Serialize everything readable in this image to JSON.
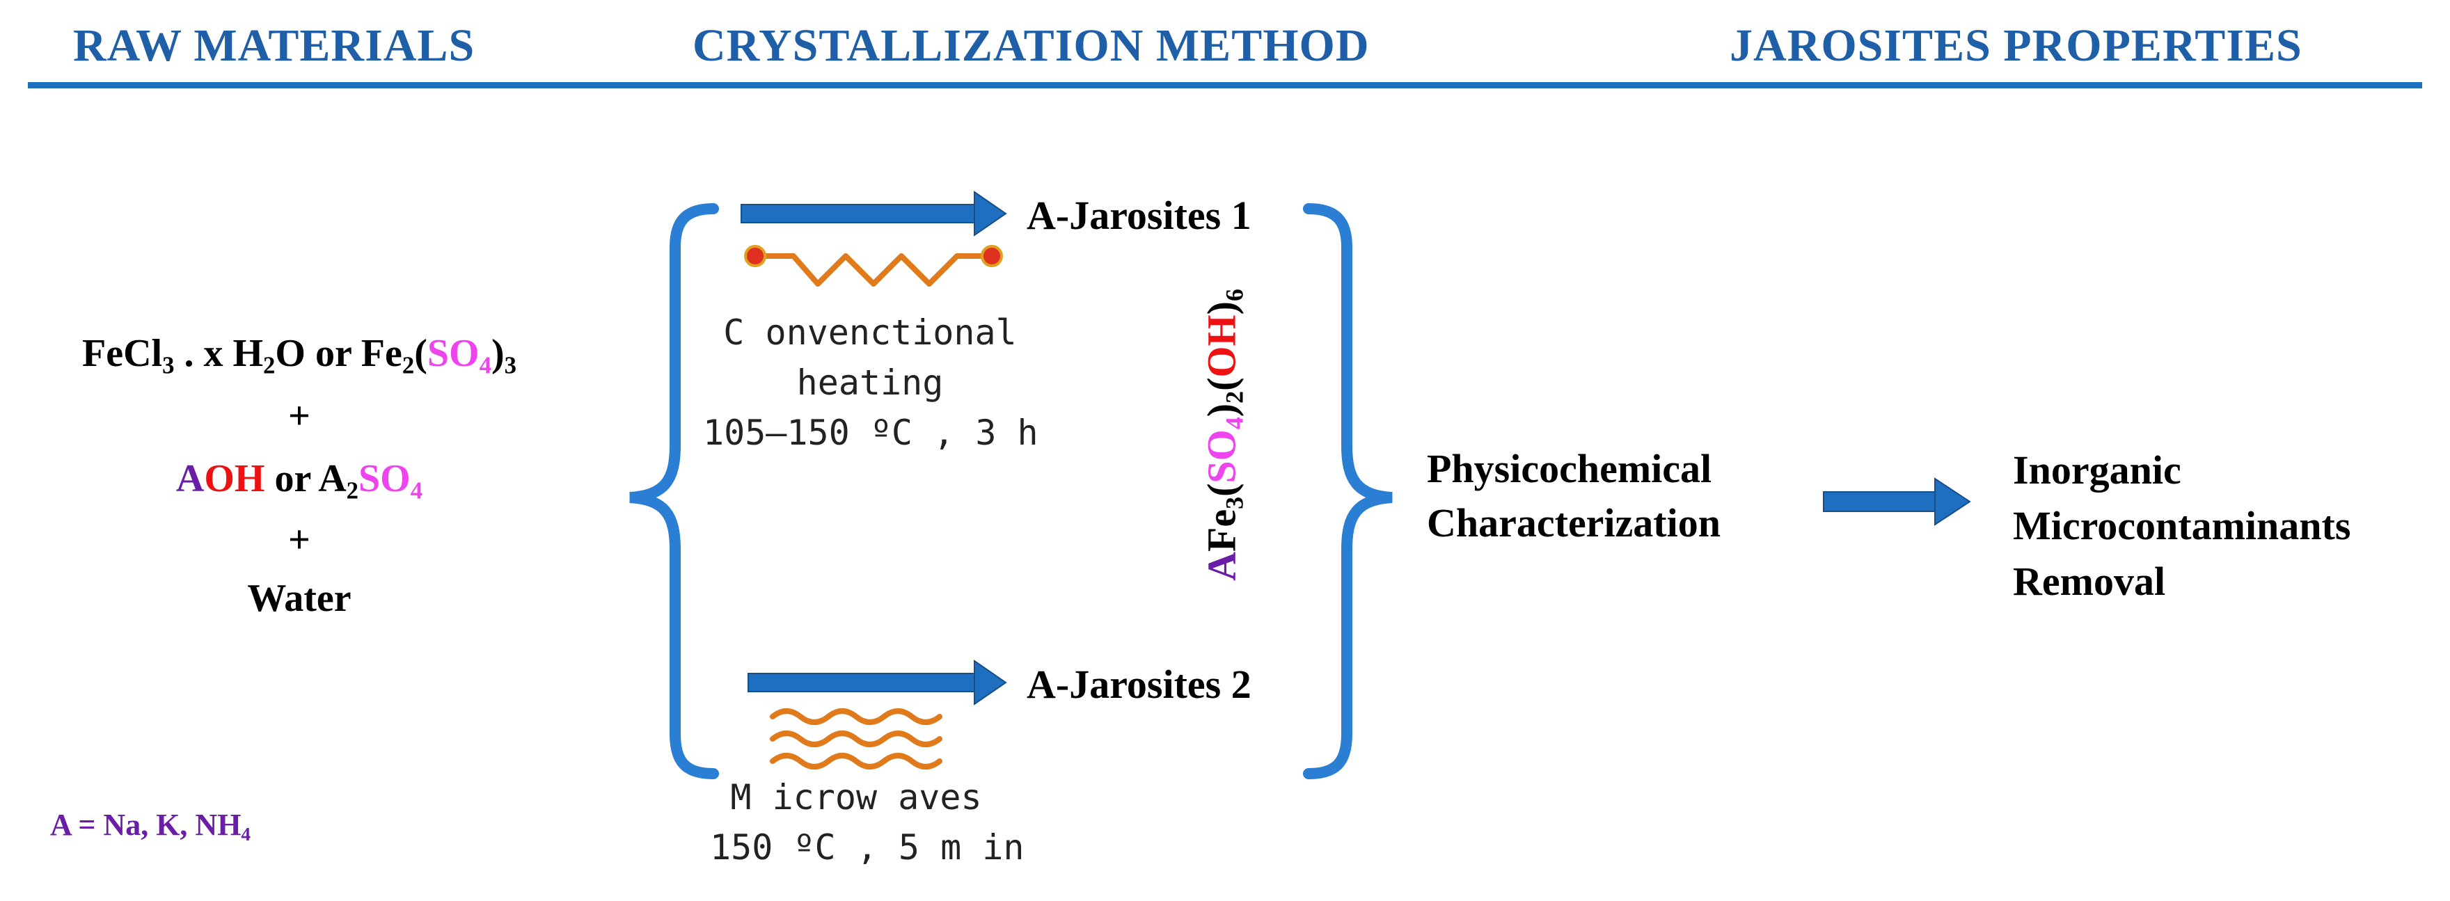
{
  "headers": {
    "raw_materials": "RAW MATERIALS",
    "crystallization_method": "CRYSTALLIZATION METHOD",
    "jarosites_properties": "JAROSITES PROPERTIES"
  },
  "raw_materials": {
    "line1": {
      "fecl": "FeCl",
      "sub3": "3",
      "x_h": " . x H",
      "sub2": "2",
      "o_or_fe": "O or Fe",
      "fe_sub2": "2",
      "open_paren": "(",
      "so": "SO",
      "so_sub4": "4",
      "close_paren": ")",
      "sub3b": "3"
    },
    "plus1": "+",
    "line2": {
      "a": "A",
      "oh": "OH",
      "or_a": " or A",
      "sub2": "2",
      "so": "SO",
      "sub4": "4"
    },
    "plus2": "+",
    "water": "Water"
  },
  "legend": {
    "a_eq": "A = Na, K, NH",
    "sub4": "4"
  },
  "conventional": {
    "product": "A-Jarosites 1",
    "label_line1": "C onvenctional",
    "label_line2": "heating",
    "label_line3": "105–150 ºC , 3 h"
  },
  "microwaves": {
    "product": "A-Jarosites 2",
    "label_line1": "M icrow aves",
    "label_line2": "150 ºC , 5 m in"
  },
  "formula": {
    "a": "A",
    "fe": "Fe",
    "sub3": "3",
    "op1": "(",
    "so": "SO",
    "sub4": "4",
    "cp1": ")",
    "sub2": "2",
    "op2": "(",
    "oh": "OH",
    "cp2": ")",
    "sub6": "6"
  },
  "characterization": {
    "line1": "Physicochemical",
    "line2": "Characterization"
  },
  "application": {
    "line1": "Inorganic",
    "line2": "Microcontaminants",
    "line3": "Removal"
  },
  "colors": {
    "header_blue": "#1f5fa8",
    "arrow_blue": "#1f6fc0",
    "bracket_blue": "#2a7fd4",
    "pink": "#ee44ee",
    "red": "#ee1111",
    "purple": "#6a1ea8",
    "heater_orange": "#e07a1a",
    "heater_dot": "#e03020"
  }
}
